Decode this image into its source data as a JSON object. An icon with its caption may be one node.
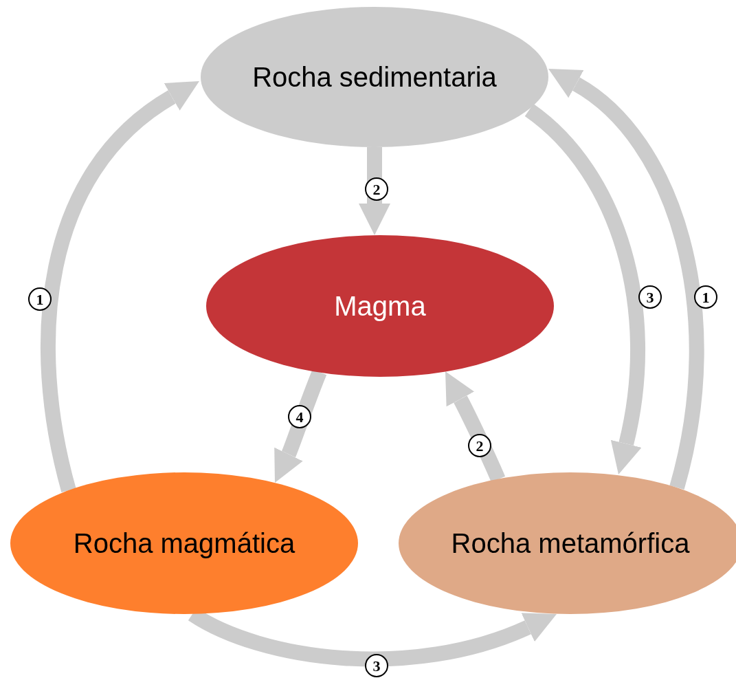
{
  "diagram": {
    "nodes": [
      {
        "text": [
          "Rocha sedimentaria"
        ]
      },
      {
        "text": [
          "Magma"
        ]
      },
      {
        "text": [
          "Rocha magmática"
        ]
      },
      {
        "text": [
          "Rocha metamórfica"
        ]
      }
    ],
    "edges": [
      {
        "from": 2,
        "to": 0,
        "arrow": "to",
        "label": "1"
      },
      {
        "from": 0,
        "to": 1,
        "arrow": "to",
        "label": "2"
      },
      {
        "from": 0,
        "to": 3,
        "arrow": "to",
        "label": "3"
      },
      {
        "from": 3,
        "to": 0,
        "arrow": "to",
        "label": "1"
      },
      {
        "from": 1,
        "to": 2,
        "arrow": "to",
        "label": "4"
      },
      {
        "from": 3,
        "to": 1,
        "arrow": "to",
        "label": "2"
      },
      {
        "from": 2,
        "to": 3,
        "arrow": "to",
        "label": "3"
      }
    ]
  }
}
